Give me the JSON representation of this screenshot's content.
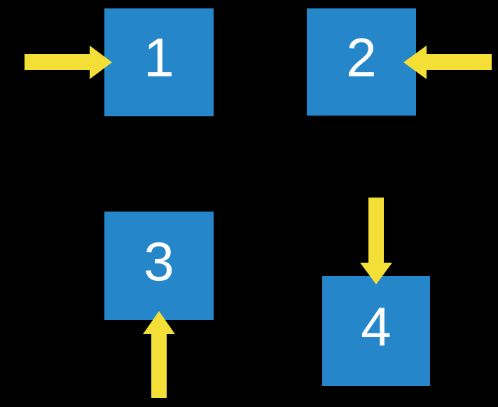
{
  "diagram": {
    "background_color": "#000000",
    "square_color": "#2587C9",
    "arrow_color": "#F3DF35",
    "label_color": "#FFFFFF",
    "squares": [
      {
        "label": "1",
        "arrow_direction": "right",
        "arrow_location": "left-of-square"
      },
      {
        "label": "2",
        "arrow_direction": "left",
        "arrow_location": "right-of-square"
      },
      {
        "label": "3",
        "arrow_direction": "up",
        "arrow_location": "below-square"
      },
      {
        "label": "4",
        "arrow_direction": "down",
        "arrow_location": "above-square"
      }
    ]
  }
}
